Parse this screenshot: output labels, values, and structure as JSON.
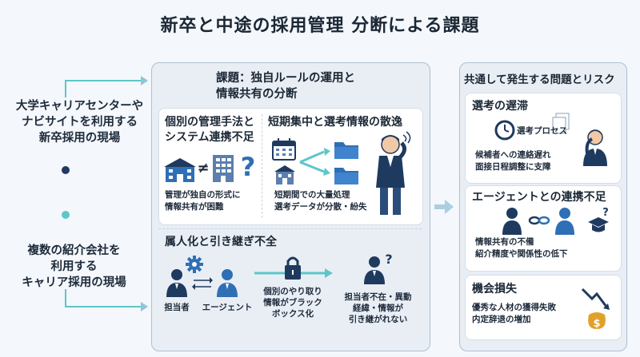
{
  "title": "新卒と中途の採用管理 分断による課題",
  "left": {
    "top_text": [
      "大学キャリアセンターや",
      "ナビサイトを利用する",
      "新卒採用の現場"
    ],
    "bottom_text": [
      "複数の紹介会社を",
      "利用する",
      "キャリア採用の現場"
    ]
  },
  "center": {
    "title": [
      "課題：独自ルールの運用と",
      "情報共有の分断"
    ],
    "card1": {
      "title": [
        "個別の管理手法と",
        "システム連携不足"
      ],
      "symbol": "≠",
      "desc": [
        "管理が独自の形式に",
        "情報共有が困難"
      ]
    },
    "card2": {
      "title": "短期集中と選考情報の散逸",
      "desc": [
        "短期間での大量処理",
        "選考データが分散・紛失"
      ]
    },
    "card3": {
      "title": "属人化と引き継ぎ不全",
      "person1": "担当者",
      "person2": "エージェント",
      "lock_text": [
        "個別のやり取り",
        "情報がブラック",
        "ボックス化"
      ],
      "absent_text": [
        "担当者不在・異動",
        "経緯・情報が",
        "引き継がれない"
      ]
    }
  },
  "right": {
    "title": "共通して発生する問題とリスク",
    "card1": {
      "title": "選考の遅滞",
      "process_label": "選考プロセス",
      "desc": [
        "候補者への連絡遅れ",
        "面接日程調整に支障"
      ]
    },
    "card2": {
      "title": "エージェントとの連携不足",
      "desc": [
        "情報共有の不備",
        "紹介精度や関係性の低下"
      ]
    },
    "card3": {
      "title": "機会損失",
      "desc": [
        "優秀な人材の獲得失敗",
        "内定辞退の増加"
      ]
    }
  },
  "colors": {
    "navy": "#1f3a5f",
    "teal": "#5cc7c9",
    "blue": "#2f6fb5",
    "gold": "#e0a12b"
  }
}
